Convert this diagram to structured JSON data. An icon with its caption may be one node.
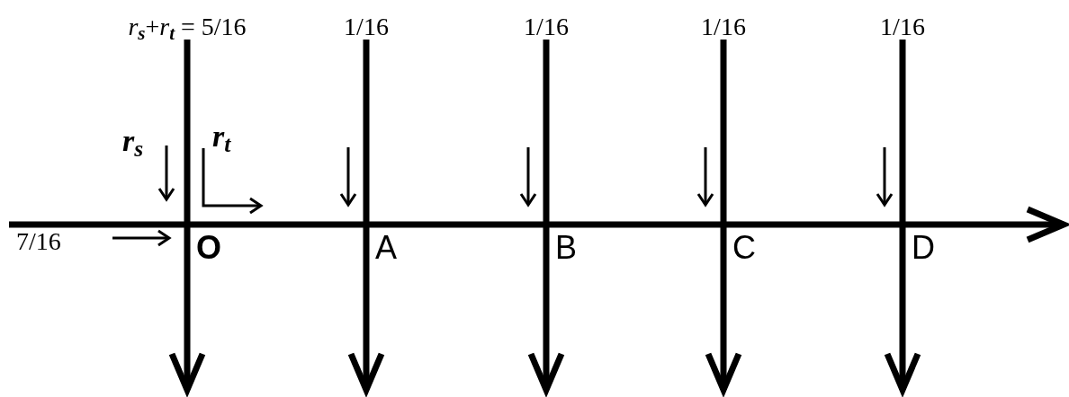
{
  "diagram": {
    "nodes": [
      {
        "text": [
          "*r*$_{s}$+*r*$_{t}$ = 5/16"
        ]
      },
      {
        "text": [
          "1/16"
        ]
      },
      {
        "text": [
          "1/16"
        ]
      },
      {
        "text": [
          "1/16"
        ]
      },
      {
        "text": [
          "1/16"
        ]
      },
      {
        "text": [
          "O"
        ]
      },
      {
        "text": [
          "A"
        ]
      },
      {
        "text": [
          "B"
        ]
      },
      {
        "text": [
          "C"
        ]
      },
      {
        "text": [
          "D"
        ]
      }
    ],
    "edges": [
      {
        "from": 0,
        "to": null,
        "arrow": "to"
      },
      {
        "from": 1,
        "to": null,
        "arrow": "to"
      },
      {
        "from": 2,
        "to": null,
        "arrow": "to"
      },
      {
        "from": 3,
        "to": null,
        "arrow": "to"
      },
      {
        "from": 4,
        "to": null,
        "arrow": "to"
      },
      {
        "from": null,
        "to": 5,
        "arrow": "none"
      },
      {
        "from": 5,
        "to": 6,
        "arrow": "none"
      },
      {
        "from": 6,
        "to": 7,
        "arrow": "none"
      },
      {
        "from": 7,
        "to": 8,
        "arrow": "none"
      },
      {
        "from": 8,
        "to": 9,
        "arrow": "none"
      },
      {
        "from": 9,
        "to": null,
        "arrow": "to"
      }
    ],
    "labels": [
      "r$_{s}$",
      "r$_{t}$",
      "7/16"
    ]
  }
}
